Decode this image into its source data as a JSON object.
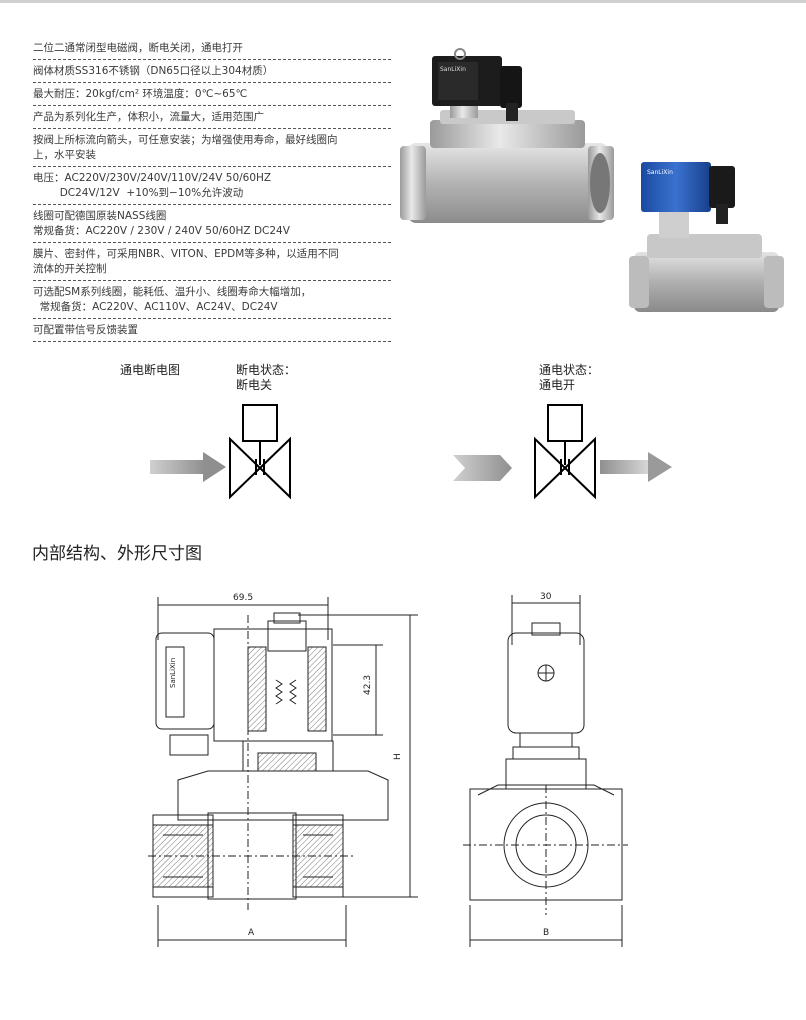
{
  "specs": [
    {
      "lines": [
        "二位二通常闭型电磁阀，断电关闭，通电打开"
      ]
    },
    {
      "lines": [
        "阀体材质SS316不锈钢（DN65口径以上304材质）"
      ]
    },
    {
      "lines": [
        "最大耐压：20kgf/cm² 环境温度：0℃~65℃"
      ]
    },
    {
      "lines": [
        "产品为系列化生产，体积小，流量大，适用范围广"
      ]
    },
    {
      "lines": [
        "按阀上所标流向箭头，可任意安装；为增强使用寿命，最好线圈向",
        "上，水平安装"
      ]
    },
    {
      "lines": [
        "电压：AC220V/230V/240V/110V/24V  50/60HZ",
        "        DC24V/12V  +10%到−10%允许波动"
      ]
    },
    {
      "lines": [
        "线圈可配德国原装NASS线圈",
        "常规备货：AC220V / 230V / 240V  50/60HZ  DC24V"
      ]
    },
    {
      "lines": [
        "膜片、密封件，可采用NBR、VITON、EPDM等多种，以适用不同",
        "流体的开关控制"
      ]
    },
    {
      "lines": [
        "可选配SM系列线圈，能耗低、温升小、线圈寿命大幅增加，",
        "  常规备货：AC220V、AC110V、AC24V、DC24V"
      ]
    },
    {
      "lines": [
        "可配置带信号反馈装置"
      ]
    }
  ],
  "photos": {
    "large_brand": "SanLiXin",
    "small_brand": "SanLiXin"
  },
  "diagram": {
    "title": "通电断电图",
    "off_state_line1": "断电状态：",
    "off_state_line2": "断电关",
    "on_state_line1": "通电状态：",
    "on_state_line2": "通电开"
  },
  "section_title": "内部结构、外形尺寸图",
  "drawing": {
    "width_dim": "69.5",
    "height_dim": "42.3",
    "total_height": "H",
    "dim_a": "A",
    "side_width": "30",
    "dim_b": "B",
    "coil_brand": "SanLiXin"
  },
  "colors": {
    "arrow_grey": "#a9a9a9",
    "coil_black": "#1c1c1c",
    "coil_blue": "#1f55b0",
    "steel": "#b8b8b8"
  }
}
